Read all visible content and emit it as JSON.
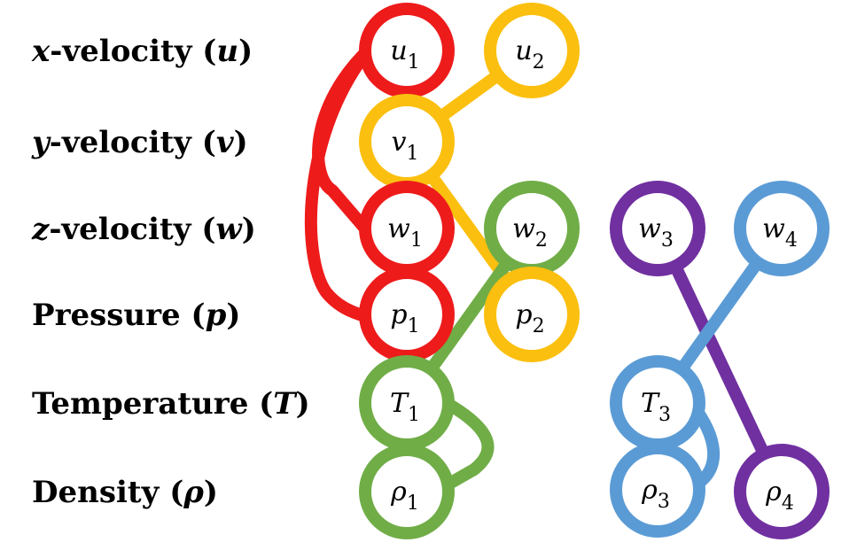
{
  "colors": {
    "red": "#ee1b1b",
    "yellow": "#fbbf0f",
    "green": "#70ad47",
    "purple": "#7030a0",
    "blue": "#5b9bd5",
    "text": "#000000"
  },
  "rows": [
    {
      "name": "x-velocity",
      "symbol": "u"
    },
    {
      "name": "y-velocity",
      "symbol": "v"
    },
    {
      "name": "z-velocity",
      "symbol": "w"
    },
    {
      "name": "Pressure",
      "symbol": "p"
    },
    {
      "name": "Temperature",
      "symbol": "T"
    },
    {
      "name": "Density",
      "symbol": "ρ"
    }
  ],
  "row_labels": [
    {
      "var": "x",
      "rest": "-velocity (",
      "sym": "u",
      "close": ")"
    },
    {
      "var": "y",
      "rest": "-velocity (",
      "sym": "v",
      "close": ")"
    },
    {
      "var": "z",
      "rest": "-velocity (",
      "sym": "w",
      "close": ")"
    },
    {
      "var": "",
      "rest": "Pressure (",
      "sym": "p",
      "close": ")"
    },
    {
      "var": "",
      "rest": "Temperature (",
      "sym": "T",
      "close": ")"
    },
    {
      "var": "",
      "rest": "Density (",
      "sym": "ρ",
      "close": ")"
    }
  ],
  "nodes": [
    {
      "id": "u1",
      "base": "u",
      "sub": "1",
      "color": "red"
    },
    {
      "id": "v1",
      "base": "v",
      "sub": "1",
      "color": "yellow"
    },
    {
      "id": "w1",
      "base": "w",
      "sub": "1",
      "color": "red"
    },
    {
      "id": "p1",
      "base": "p",
      "sub": "1",
      "color": "red"
    },
    {
      "id": "T1",
      "base": "T",
      "sub": "1",
      "color": "green"
    },
    {
      "id": "rho1",
      "base": "ρ",
      "sub": "1",
      "color": "green"
    },
    {
      "id": "u2",
      "base": "u",
      "sub": "2",
      "color": "yellow"
    },
    {
      "id": "w2",
      "base": "w",
      "sub": "2",
      "color": "green"
    },
    {
      "id": "p2",
      "base": "p",
      "sub": "2",
      "color": "yellow"
    },
    {
      "id": "w3",
      "base": "w",
      "sub": "3",
      "color": "purple"
    },
    {
      "id": "T3",
      "base": "T",
      "sub": "3",
      "color": "blue"
    },
    {
      "id": "rho3",
      "base": "ρ",
      "sub": "3",
      "color": "blue"
    },
    {
      "id": "w4",
      "base": "w",
      "sub": "4",
      "color": "blue"
    },
    {
      "id": "rho4",
      "base": "ρ",
      "sub": "4",
      "color": "purple"
    }
  ],
  "edges": [
    {
      "from": "u1",
      "to": "w1",
      "color": "red"
    },
    {
      "from": "u1",
      "to": "p1",
      "color": "red"
    },
    {
      "from": "u2",
      "to": "v1",
      "color": "yellow"
    },
    {
      "from": "v1",
      "to": "p2",
      "color": "yellow"
    },
    {
      "from": "w2",
      "to": "T1",
      "color": "green"
    },
    {
      "from": "T1",
      "to": "rho1",
      "color": "green"
    },
    {
      "from": "w3",
      "to": "rho4",
      "color": "purple"
    },
    {
      "from": "w4",
      "to": "T3",
      "color": "blue"
    },
    {
      "from": "T3",
      "to": "rho3",
      "color": "blue"
    }
  ]
}
